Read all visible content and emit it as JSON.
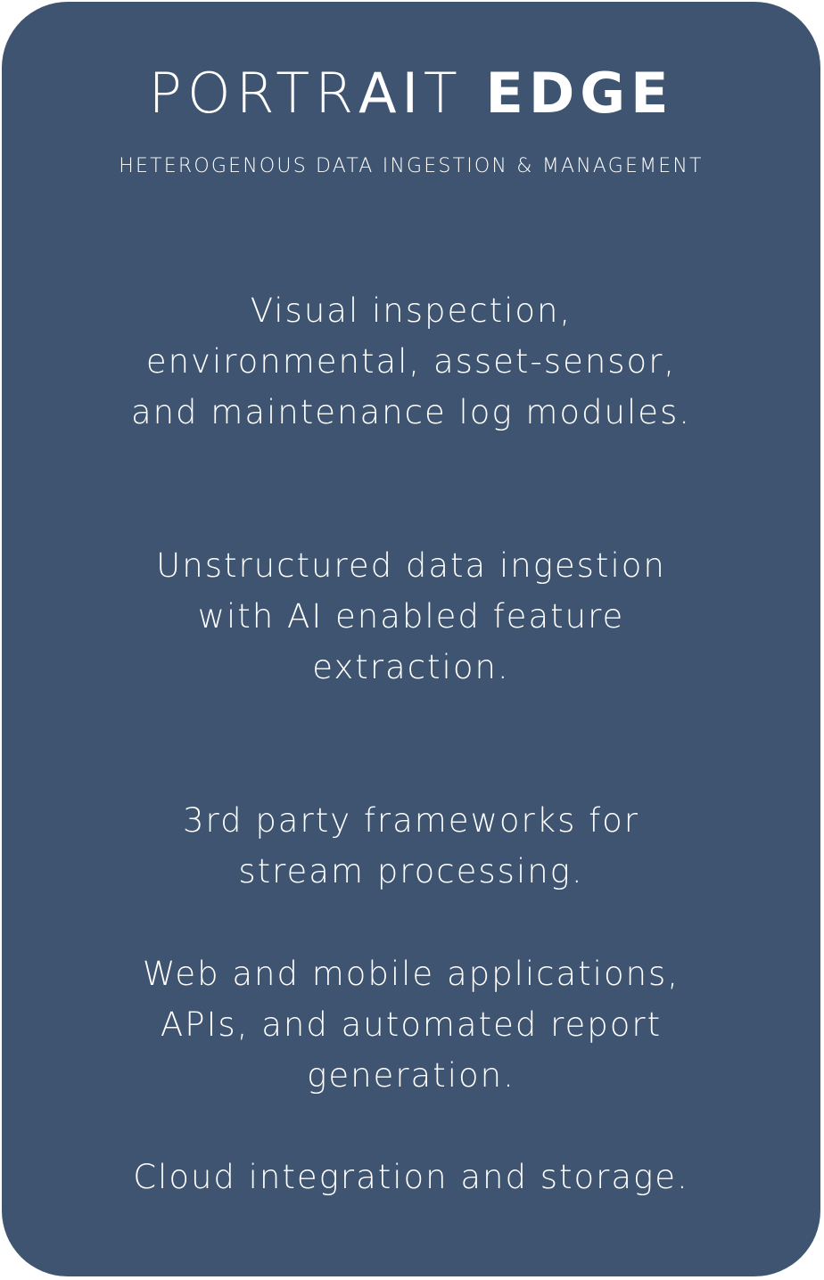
{
  "brand": {
    "part1": "PORTR",
    "part2": "AI",
    "part3": "T",
    "part4": "EDGE"
  },
  "tagline": "HETEROGENOUS DATA INGESTION & MANAGEMENT",
  "features": [
    "Visual inspection,\nenvironmental, asset-sensor,\nand maintenance log modules.",
    "Unstructured data ingestion\nwith AI enabled feature\nextraction.",
    "3rd party frameworks for\nstream processing.",
    "Web and mobile applications,\nAPIs, and automated report\ngeneration.",
    "Cloud integration and storage."
  ],
  "colors": {
    "card_background": "#3e5470",
    "text": "#ffffff"
  }
}
